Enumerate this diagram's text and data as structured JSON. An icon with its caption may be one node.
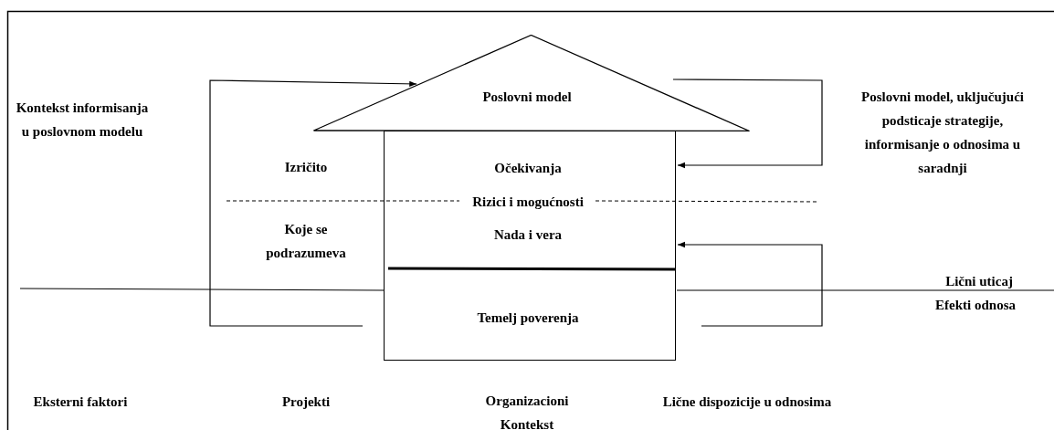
{
  "diagram": {
    "nodes": [
      {
        "text": [
          "Poslovni model"
        ]
      },
      {
        "text": [
          "Očekivanja",
          "Rizici i mogućnosti",
          "Nada i vera",
          "Temelj poverenja"
        ]
      }
    ],
    "edges": [
      {
        "from": null,
        "to": 0,
        "arrow": "to"
      },
      {
        "from": null,
        "to": 1,
        "arrow": "to"
      },
      {
        "from": null,
        "to": 1,
        "arrow": "to"
      }
    ],
    "labels": [
      "Kontekst informisanja u poslovnom modelu",
      "Izričito",
      "Koje se podrazumeva",
      "Poslovni model, uključujući podsticaje strategije, informisanje o odnosima u saradnji",
      "Lični uticaj",
      "Efekti odnosa",
      "Eksterni faktori",
      "Projekti",
      "Organizacioni Kontekst",
      "Lične dispozicije u odnosima"
    ]
  }
}
